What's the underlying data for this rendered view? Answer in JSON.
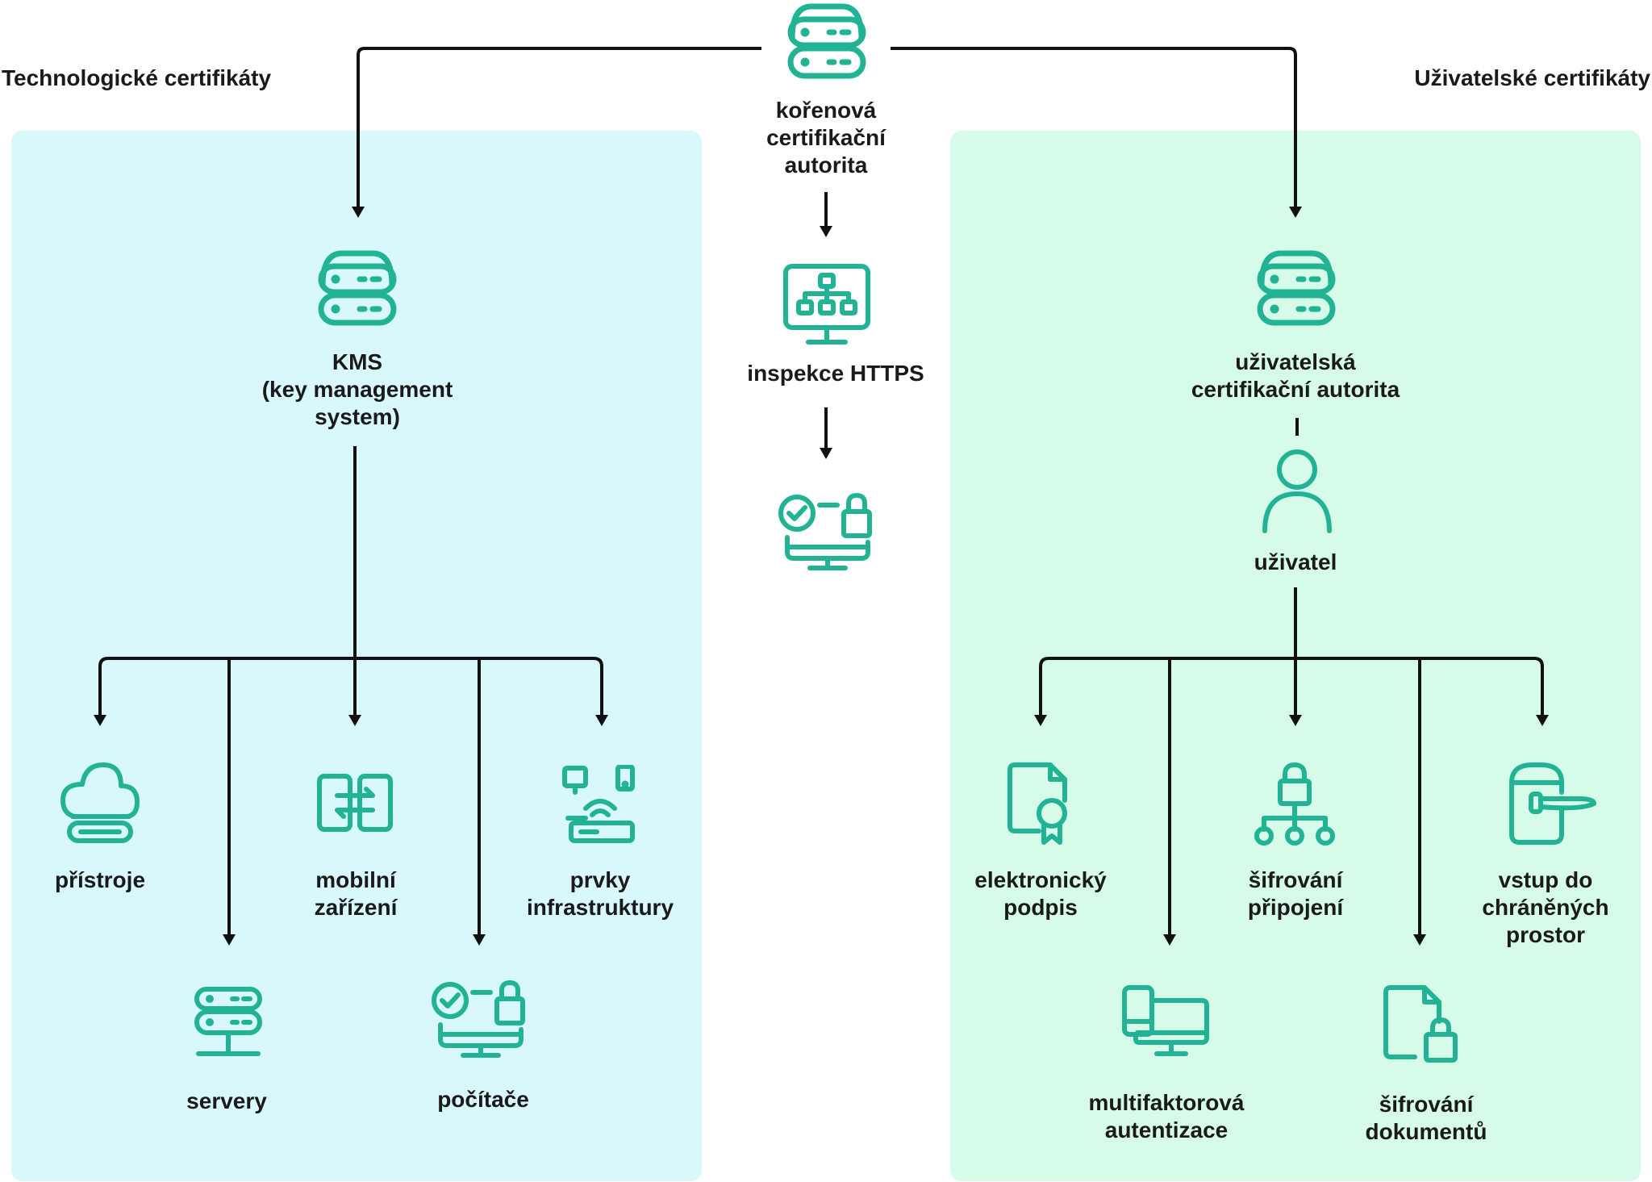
{
  "titles": {
    "left": "Technologické certifikáty",
    "right": "Uživatelské certifikáty"
  },
  "nodes": {
    "root": [
      "kořenová",
      "certifikační",
      "autorita"
    ],
    "inspection": "inspekce HTTPS",
    "kms": [
      "KMS",
      "(key management",
      "system)"
    ],
    "user_ca": [
      "uživatelská",
      "certifikační autorita"
    ],
    "user": "uživatel"
  },
  "tech_items": {
    "devices": [
      "přístroje"
    ],
    "servers": [
      "servery"
    ],
    "mobile": [
      "mobilní",
      "zařízení"
    ],
    "computers": [
      "počítače"
    ],
    "infrastructure": [
      "prvky",
      "infrastruktury"
    ]
  },
  "user_items": {
    "esign": [
      "elektronický",
      "podpis"
    ],
    "mfa": [
      "multifaktorová",
      "autentizace"
    ],
    "conn_enc": [
      "šifrování",
      "připojení"
    ],
    "doc_enc": [
      "šifrování",
      "dokumentů"
    ],
    "access": [
      "vstup do",
      "chráněných",
      "prostor"
    ]
  },
  "colors": {
    "icon": "#21b394",
    "arrow": "#111111",
    "panel_left": "#d8f8fb",
    "panel_right": "#d6fbe9"
  },
  "icons": {
    "root": "server-stack-icon",
    "inspection": "monitor-network-icon",
    "inspection_result": "computer-lock-icon",
    "kms": "server-stack-icon",
    "user_ca": "server-stack-icon",
    "user": "user-icon",
    "devices": "cloud-device-icon",
    "servers": "server-network-icon",
    "mobile": "mobile-sync-icon",
    "computers": "computer-lock-icon",
    "infrastructure": "wifi-router-icon",
    "esign": "certificate-document-icon",
    "mfa": "phone-desktop-icon",
    "conn_enc": "lock-network-icon",
    "doc_enc": "document-lock-icon",
    "access": "door-key-icon"
  }
}
